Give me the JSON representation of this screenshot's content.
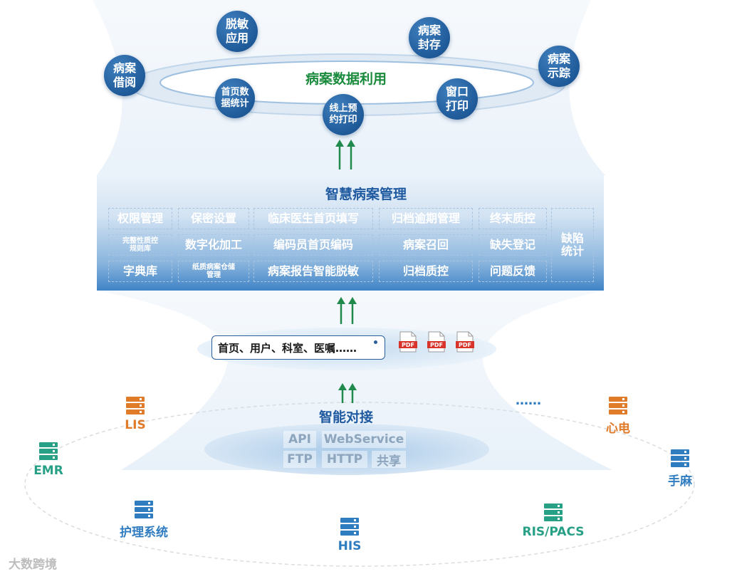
{
  "usage": {
    "title": "病案数据利用",
    "circles": [
      {
        "id": "deidentify",
        "label": "脱敏\n应用"
      },
      {
        "id": "seal",
        "label": "病案\n封存"
      },
      {
        "id": "borrow",
        "label": "病案\n借阅"
      },
      {
        "id": "trace",
        "label": "病案\n示踪"
      },
      {
        "id": "homepage-stats",
        "label": "首页数\n据统计"
      },
      {
        "id": "window-print",
        "label": "窗口\n打印"
      },
      {
        "id": "online-print",
        "label": "线上预\n约打印"
      }
    ]
  },
  "management": {
    "title": "智慧病案管理",
    "row1": [
      "权限管理",
      "保密设置",
      "临床医生首页填写",
      "归档逾期管理",
      "终末质控"
    ],
    "row2": [
      "完整性质控\n规则库",
      "数字化加工",
      "编码员首页编码",
      "病案召回",
      "缺失登记"
    ],
    "row3": [
      "字典库",
      "纸质病案仓储\n管理",
      "病案报告智能脱敏",
      "归档质控",
      "问题反馈"
    ],
    "side": "缺陷\n统计"
  },
  "data_bar": {
    "text": "首页、用户、科室、医嘱……",
    "pdf_labels": [
      "PDF",
      "PDF",
      "PDF"
    ]
  },
  "connect": {
    "title": "智能对接",
    "protocols": [
      "API",
      "WebService",
      "FTP",
      "HTTP",
      "共享"
    ]
  },
  "systems": {
    "lis": "LIS",
    "emr": "EMR",
    "nursing": "护理系统",
    "his": "HIS",
    "ris": "RIS/PACS",
    "anesthesia": "手麻",
    "ecg": "心电",
    "more": "……"
  },
  "watermark": "大数跨境",
  "colors": {
    "green": "#1a8a3c",
    "blue": "#1f5aa0",
    "orange": "#e07b2a",
    "teal": "#27a085",
    "server_blue": "#2f7cc0",
    "pdf_red": "#d9342b"
  }
}
